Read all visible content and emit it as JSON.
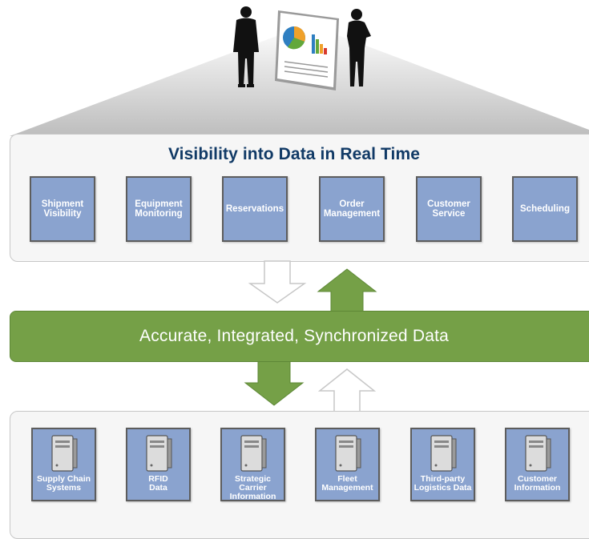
{
  "title": "Visibility into Data in Real Time",
  "visibility_items": [
    {
      "label": "Shipment\nVisibility"
    },
    {
      "label": "Equipment\nMonitoring"
    },
    {
      "label": "Reservations"
    },
    {
      "label": "Order\nManagement"
    },
    {
      "label": "Customer\nService"
    },
    {
      "label": "Scheduling"
    }
  ],
  "integration_band": "Accurate, Integrated, Synchronized Data",
  "data_sources": [
    {
      "label": "Supply Chain\nSystems"
    },
    {
      "label": "RFID\nData"
    },
    {
      "label": "Strategic Carrier\nInformation"
    },
    {
      "label": "Fleet\nManagement"
    },
    {
      "label": "Third-party\nLogistics Data"
    },
    {
      "label": "Customer\nInformation"
    }
  ],
  "colors": {
    "title": "#113a66",
    "tile": "#8aa3cf",
    "band": "#75a047",
    "panel": "#f6f6f6"
  }
}
